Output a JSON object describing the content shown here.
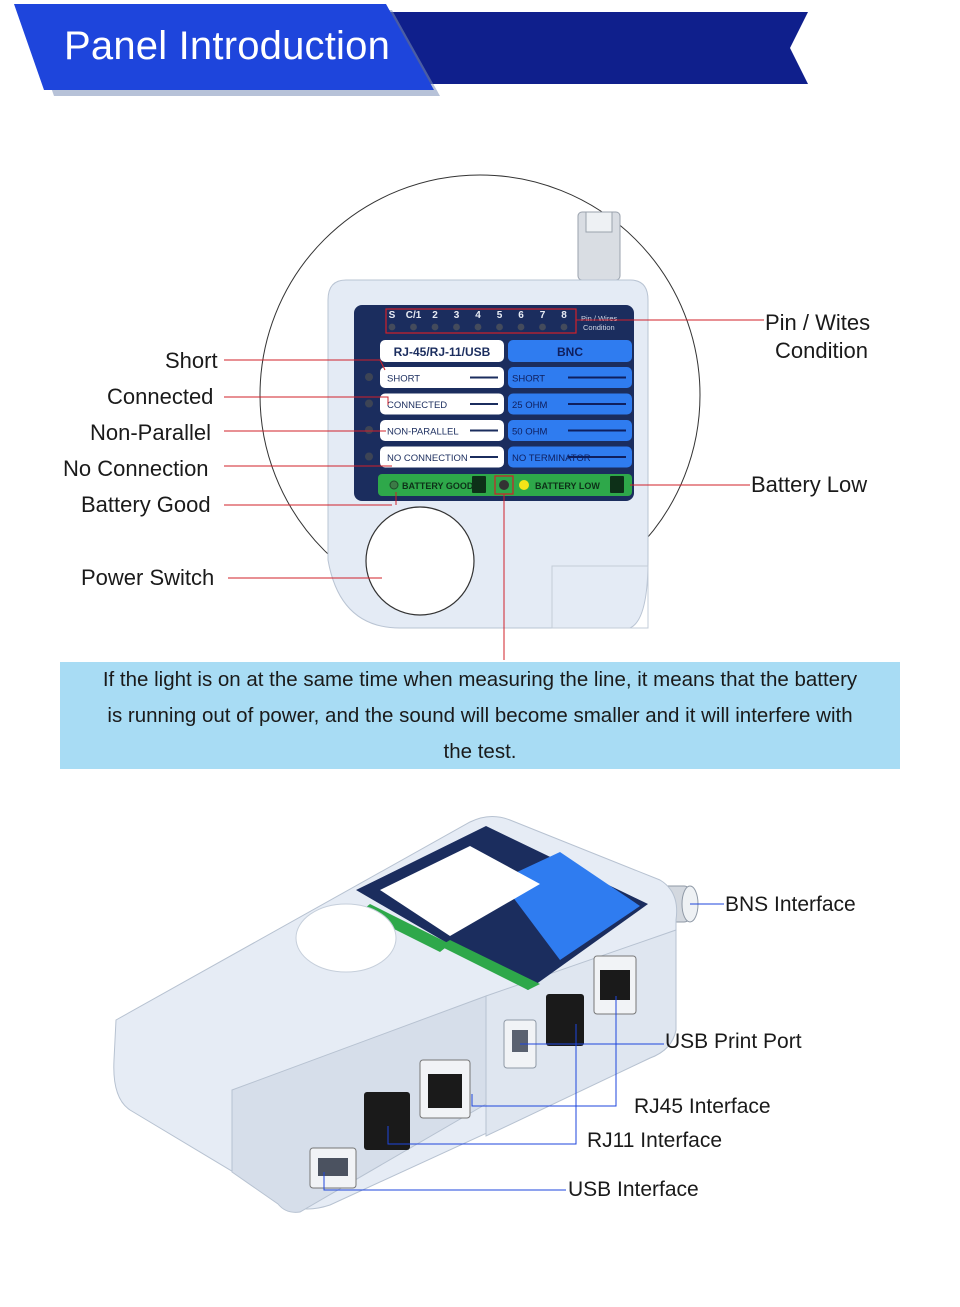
{
  "header": {
    "title": "Panel Introduction"
  },
  "panel_callouts": {
    "short": "Short",
    "connected": "Connected",
    "non_parallel": "Non-Parallel",
    "no_connection": "No Connection",
    "battery_good": "Battery Good",
    "power_switch": "Power Switch",
    "pin_wires_line1": "Pin / Wites",
    "pin_wires_line2": "Condition",
    "battery_low": "Battery Low"
  },
  "device_panel": {
    "pin_labels": [
      "S",
      "C/1",
      "2",
      "3",
      "4",
      "5",
      "6",
      "7",
      "8"
    ],
    "pin_wires_small": "Pin / Wires Condition",
    "rj_header": "RJ-45/RJ-11/USB",
    "bnc_header": "BNC",
    "rj_rows": [
      "SHORT",
      "CONNECTED",
      "NON-PARALLEL",
      "NO CONNECTION"
    ],
    "bnc_rows": [
      "SHORT",
      "25 OHM",
      "50 OHM",
      "NO TERMINATOR"
    ],
    "battery_good": "BATTERY GOOD",
    "battery_low": "BATTERY LOW"
  },
  "note": {
    "text": "If the light is on at the same time when measuring the line, it means that the battery is running out of power, and the sound will become smaller and it will interfere with the test."
  },
  "port_callouts": {
    "bns": "BNS Interface",
    "usb_print": "USB Print Port",
    "rj45": "RJ45 Interface",
    "rj11": "RJ11 Interface",
    "usb": "USB Interface"
  },
  "colors": {
    "banner_blue": "#1e40d8",
    "banner_navy": "#0f1f8c",
    "panel_navy": "#1b2d5e",
    "panel_blue": "#2f7cf0",
    "battery_green": "#2ea84a",
    "callout_red": "#d0202a",
    "note_bg": "#a8dcf4",
    "device_body": "#e4ebf5"
  }
}
